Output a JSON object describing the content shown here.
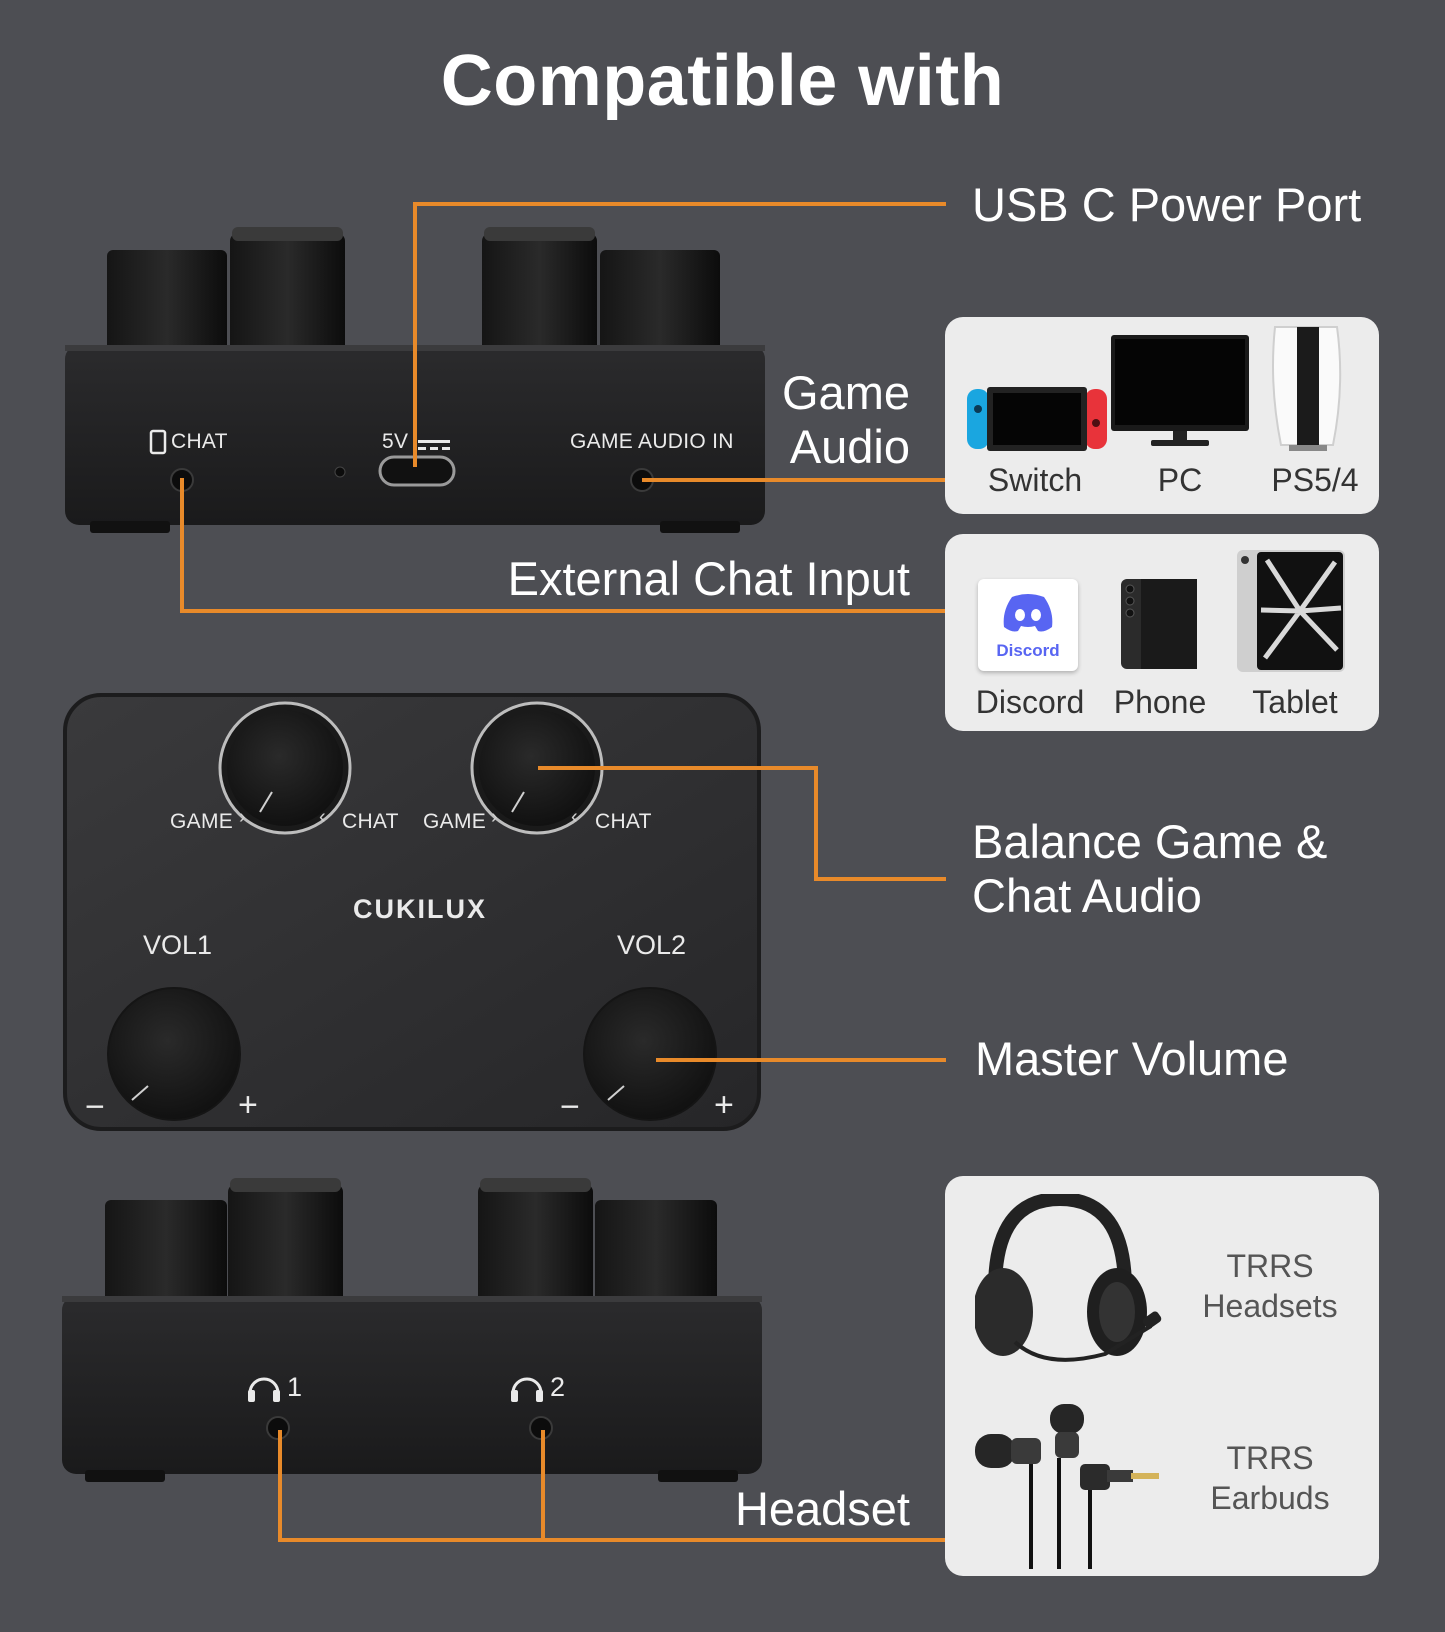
{
  "title": "Compatible with",
  "labels": {
    "usb_c": "USB C Power Port",
    "game_audio": "Game\nAudio",
    "external_chat": "External Chat Input",
    "balance": "Balance Game &\nChat Audio",
    "master_volume": "Master Volume",
    "headset": "Headset"
  },
  "game_devices": [
    "Switch",
    "PC",
    "PS5/4"
  ],
  "chat_devices": [
    "Discord",
    "Phone",
    "Tablet"
  ],
  "headset_devices": [
    "TRRS\nHeadsets",
    "TRRS\nEarbuds"
  ],
  "device_back": {
    "chat": "CHAT",
    "power": "5V",
    "game_in": "GAME AUDIO IN"
  },
  "device_top": {
    "game": "GAME",
    "chat": "CHAT",
    "brand": "CUKILUX",
    "vol1": "VOL1",
    "vol2": "VOL2",
    "minus": "−",
    "plus": "+"
  },
  "device_front": {
    "port1": "1",
    "port2": "2"
  },
  "discord_logo_text": "Discord",
  "colors": {
    "background": "#4d4e53",
    "accent": "#e88a2a",
    "card": "#ececec"
  }
}
